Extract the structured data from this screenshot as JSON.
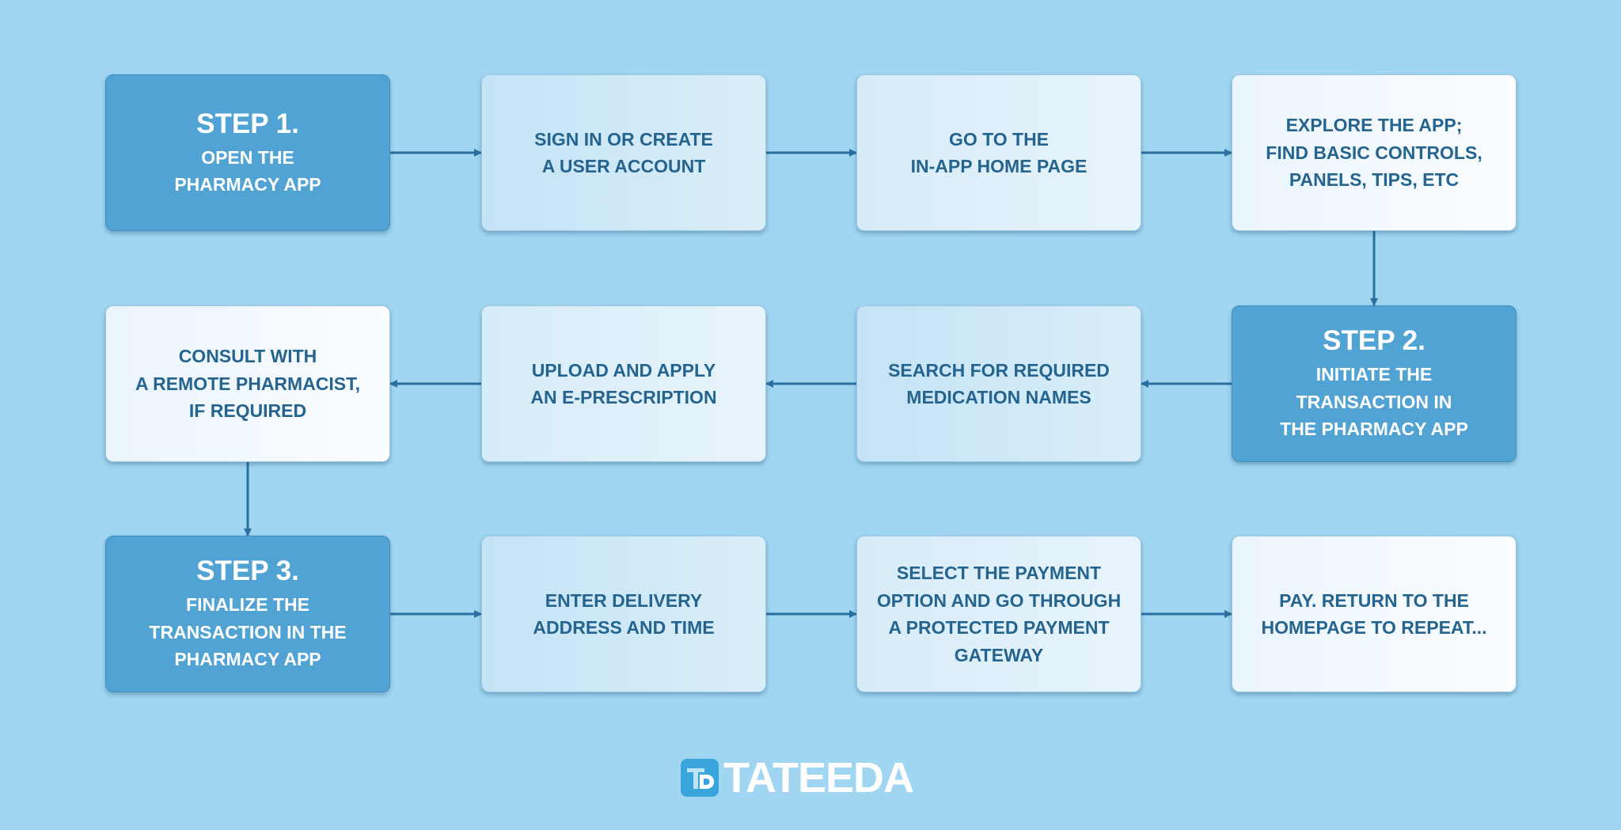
{
  "colors": {
    "background": "#a0d6f1",
    "step_fill": "#51a3d4",
    "text_dark": "#24648f",
    "arrow": "#2a6f9f",
    "logo_mark": "#3aa4dc"
  },
  "boxes": [
    {
      "id": "step-1",
      "kind": "step",
      "title": "STEP 1.",
      "text": "OPEN THE\nPHARMACY APP"
    },
    {
      "id": "sign-in",
      "kind": "light",
      "tone": "t1",
      "text": "SIGN IN OR CREATE\nA USER ACCOUNT"
    },
    {
      "id": "home-page",
      "kind": "light",
      "tone": "t2",
      "text": "GO TO THE\nIN-APP HOME PAGE"
    },
    {
      "id": "explore",
      "kind": "light",
      "tone": "t3",
      "text": "EXPLORE THE APP;\nFIND BASIC CONTROLS,\nPANELS, TIPS, ETC"
    },
    {
      "id": "step-2",
      "kind": "step",
      "title": "STEP 2.",
      "text": "INITIATE THE\nTRANSACTION IN\nTHE PHARMACY APP"
    },
    {
      "id": "search",
      "kind": "light",
      "tone": "t1",
      "text": "SEARCH FOR REQUIRED\nMEDICATION NAMES"
    },
    {
      "id": "upload",
      "kind": "light",
      "tone": "t2",
      "text": "UPLOAD AND APPLY\nAN E-PRESCRIPTION"
    },
    {
      "id": "consult",
      "kind": "light",
      "tone": "t3",
      "text": "CONSULT WITH\nA REMOTE PHARMACIST,\nIF REQUIRED"
    },
    {
      "id": "step-3",
      "kind": "step",
      "title": "STEP 3.",
      "text": "FINALIZE THE\nTRANSACTION IN THE\nPHARMACY APP"
    },
    {
      "id": "delivery",
      "kind": "light",
      "tone": "t1",
      "text": "ENTER DELIVERY\nADDRESS AND TIME"
    },
    {
      "id": "payment",
      "kind": "light",
      "tone": "t2",
      "text": "SELECT THE PAYMENT\nOPTION AND GO THROUGH\nA PROTECTED PAYMENT\nGATEWAY"
    },
    {
      "id": "pay",
      "kind": "light",
      "tone": "t3",
      "text": "PAY. RETURN TO THE\nHOMEPAGE TO REPEAT..."
    }
  ],
  "arrows": [
    {
      "from": "step-1",
      "to": "sign-in"
    },
    {
      "from": "sign-in",
      "to": "home-page"
    },
    {
      "from": "home-page",
      "to": "explore"
    },
    {
      "from": "explore",
      "to": "step-2"
    },
    {
      "from": "step-2",
      "to": "search"
    },
    {
      "from": "search",
      "to": "upload"
    },
    {
      "from": "upload",
      "to": "consult"
    },
    {
      "from": "consult",
      "to": "step-3"
    },
    {
      "from": "step-3",
      "to": "delivery"
    },
    {
      "from": "delivery",
      "to": "payment"
    },
    {
      "from": "payment",
      "to": "pay"
    }
  ],
  "logo": {
    "text": "TATEEDA",
    "mark_icon": "td-monogram-icon"
  }
}
